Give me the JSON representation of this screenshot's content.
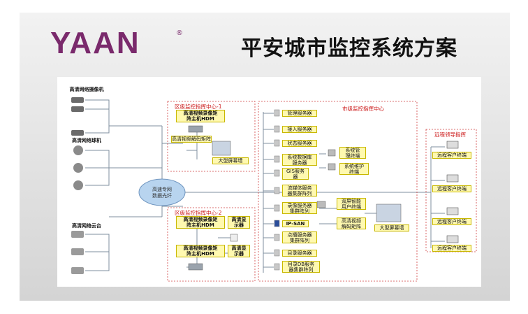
{
  "header": {
    "logo": "YAAN",
    "reg_mark": "®",
    "title": "平安城市监控系统方案"
  },
  "left": {
    "camera_label": "高清网络摄像机",
    "dome_label": "高清网络球机",
    "ptz_label": "高清网络云台"
  },
  "network": {
    "label": "高速专网\n数据光纤"
  },
  "district1": {
    "title": "区级监控指挥中心-1",
    "nvr": "高清视频录像矩\n阵主机HDM",
    "decoder": "高清视频解码矩阵",
    "wall": "大型屏幕墙"
  },
  "district2": {
    "title": "区级监控指挥中心-2",
    "nvr1": "高清视频录像矩\n阵主机HDM",
    "display1": "高清显\n示器",
    "nvr2": "高清视频录像矩\n阵主机HDM",
    "display2": "高清显\n示器"
  },
  "city": {
    "title": "市级监控指挥中心",
    "servers": [
      "管理服务器",
      "接入服务器",
      "状态服务器",
      "系统数据库\n服务器",
      "GIS服务\n器",
      "流媒体服务\n器集群阵列",
      "录像服务器\n集群阵列",
      "IP-SAN",
      "点播服务器\n集群阵列",
      "目录服务器",
      "目录DB服务\n器集群阵列"
    ],
    "mgmt_terminal": "系统管\n理终端",
    "maint_terminal": "系统维护\n终端",
    "dual_screen": "双屏智能\n用户终端",
    "decoder": "高清视频\n解码矩阵",
    "wall": "大型屏幕墙"
  },
  "remote": {
    "title": "远程领导指挥",
    "clients": [
      "远程客户终端",
      "远程客户终端",
      "远程客户终端",
      "远程客户终端"
    ]
  }
}
